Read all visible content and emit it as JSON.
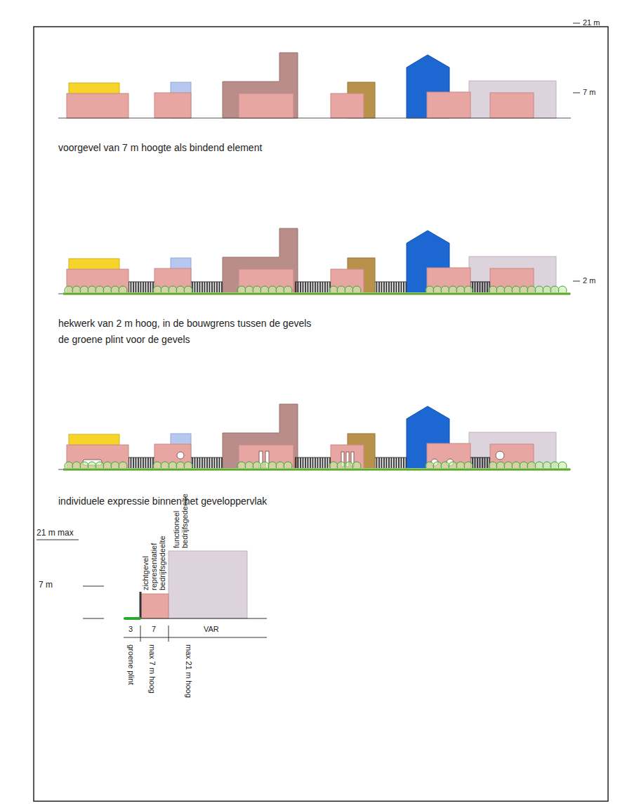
{
  "diagram": {
    "labels": [
      "21 m",
      "7 m",
      "voorgevel van 7 m hoogte als bindend element",
      "2 m",
      "hekwerk van 2 m hoog, in de bouwgrens tussen de gevels",
      "de groene plint voor de gevels",
      "individuele expressie binnen het geveloppervlak",
      "21 m max",
      "7 m",
      "zichtgevel representatief bedrijfsgedeelte",
      "functioneel bedrijfsgedeelte",
      "3",
      "7",
      "VAR",
      "groene plint",
      "max 7 m hoog",
      "max 21 m hoog"
    ]
  }
}
